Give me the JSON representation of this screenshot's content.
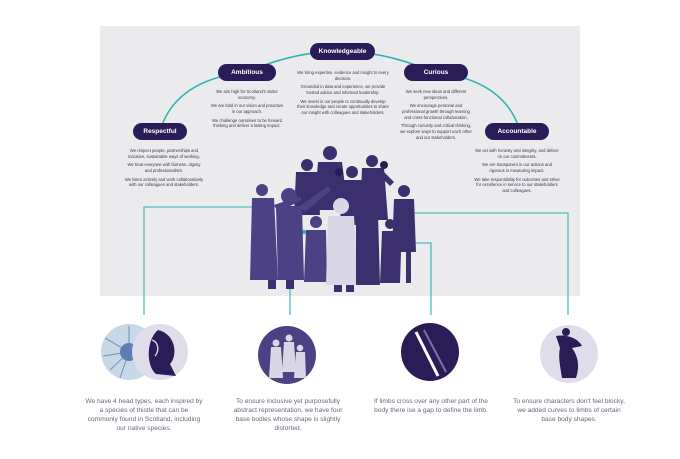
{
  "values": [
    {
      "name": "Respectful",
      "lines": [
        "We respect people, partnerships and inclusive, sustainable ways of working.",
        "We treat everyone with fairness, dignity and professionalism.",
        "We listen actively and work collaboratively with our colleagues and stakeholders."
      ]
    },
    {
      "name": "Ambitious",
      "lines": [
        "We aim high for Scotland's visitor economy.",
        "We are bold in our vision and proactive in our approach.",
        "We challenge ourselves to be forward thinking and deliver a lasting impact."
      ]
    },
    {
      "name": "Knowledgeable",
      "lines": [
        "We bring expertise, evidence and insight to every decision.",
        "Grounded in data and experience, we provide trusted advice and informed leadership.",
        "We invest in our people to continually develop their knowledge and create opportunities to share our insight with colleagues and stakeholders."
      ]
    },
    {
      "name": "Curious",
      "lines": [
        "We seek new ideas and different perspectives.",
        "We encourage personal and professional growth through learning and cross-functional collaboration.",
        "Through curiosity and critical thinking, we explore ways to support each other and our stakeholders."
      ]
    },
    {
      "name": "Accountable",
      "lines": [
        "We act with honesty and integrity, and deliver on our commitments.",
        "We are transparent in our actions and rigorous in measuring impact.",
        "We take responsibility for outcomes and strive for excellence in service to our stakeholders and colleagues."
      ]
    }
  ],
  "captions": [
    "We have 4 head types, each inspired by a species of thistle that can be commonly found in Scotland, including our native species.",
    "To ensure inclusive yet purposefully abstract representation, we have four base bodies whose shape is slightly distorted.",
    "If limbs cross over any other part of the body there ise a gap to define the limb.",
    "To ensure characters don't feel blocky, we added curves to limbs of certain base body shapes."
  ],
  "colors": {
    "navy": "#2a1d57",
    "figure": "#3b2f6e",
    "figure_light": "#d9d6e6",
    "teal": "#2fb3b0",
    "panel": "#ebebee",
    "thistle": "#7fa6c9"
  },
  "icons": [
    "thistle-photo-icon",
    "head-shape-icon",
    "base-bodies-icon",
    "limb-gap-icon",
    "curved-limb-icon"
  ]
}
